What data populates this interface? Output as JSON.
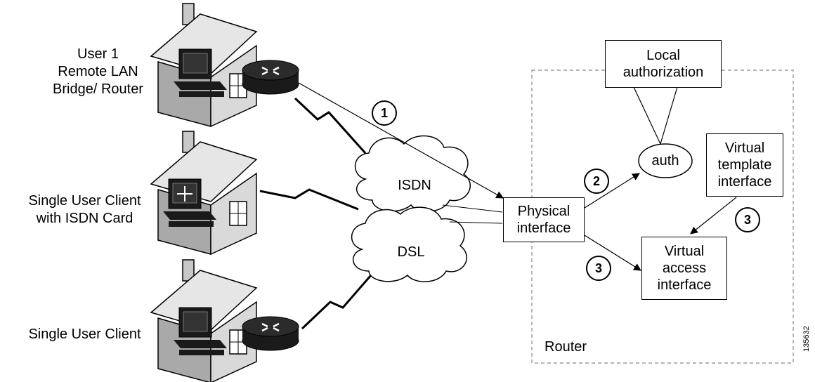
{
  "clients": [
    {
      "label_lines": [
        "User 1",
        "Remote LAN",
        "Bridge/ Router"
      ]
    },
    {
      "label_lines": [
        "Single User Client",
        "with ISDN Card"
      ]
    },
    {
      "label_lines": [
        "Single User Client"
      ]
    }
  ],
  "clouds": {
    "isdn": "ISDN",
    "dsl": "DSL"
  },
  "router": {
    "label": "Router",
    "physical_interface": [
      "Physical",
      "interface"
    ],
    "local_authorization": [
      "Local",
      "authorization"
    ],
    "auth": "auth",
    "virtual_template": [
      "Virtual",
      "template",
      "interface"
    ],
    "virtual_access": [
      "Virtual",
      "access",
      "interface"
    ]
  },
  "steps": {
    "step1": "1",
    "step2": "2",
    "step3a": "3",
    "step3b": "3"
  },
  "figure_id": "135632"
}
